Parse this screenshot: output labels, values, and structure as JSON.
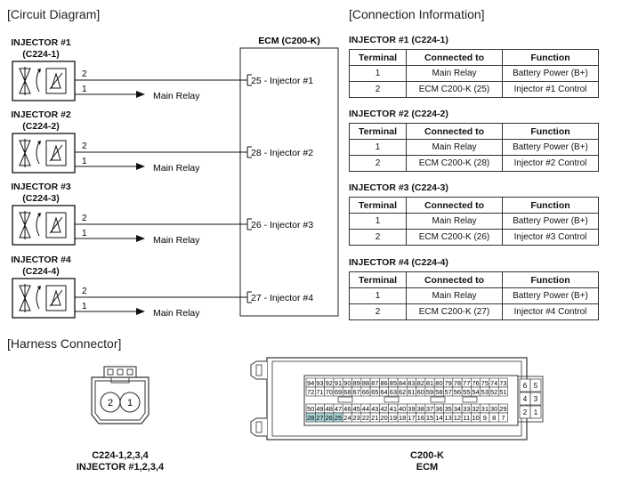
{
  "titles": {
    "circuit": "[Circuit Diagram]",
    "connection": "[Connection Information]",
    "harness": "[Harness Connector]"
  },
  "ecm": {
    "title": "ECM (C200-K)"
  },
  "injectors": [
    {
      "name": "INJECTOR #1",
      "code": "(C224-1)",
      "pin2": "2",
      "pin1": "1",
      "ecm_label": "25 - Injector #1",
      "relay": "Main Relay"
    },
    {
      "name": "INJECTOR #2",
      "code": "(C224-2)",
      "pin2": "2",
      "pin1": "1",
      "ecm_label": "28 - Injector #2",
      "relay": "Main Relay"
    },
    {
      "name": "INJECTOR #3",
      "code": "(C224-3)",
      "pin2": "2",
      "pin1": "1",
      "ecm_label": "26 - Injector #3",
      "relay": "Main Relay"
    },
    {
      "name": "INJECTOR #4",
      "code": "(C224-4)",
      "pin2": "2",
      "pin1": "1",
      "ecm_label": "27 - Injector #4",
      "relay": "Main Relay"
    }
  ],
  "tables": [
    {
      "heading": "INJECTOR #1 (C224-1)",
      "headers": [
        "Terminal",
        "Connected to",
        "Function"
      ],
      "rows": [
        [
          "1",
          "Main Relay",
          "Battery Power (B+)"
        ],
        [
          "2",
          "ECM C200-K (25)",
          "Injector #1 Control"
        ]
      ]
    },
    {
      "heading": "INJECTOR #2 (C224-2)",
      "headers": [
        "Terminal",
        "Connected to",
        "Function"
      ],
      "rows": [
        [
          "1",
          "Main Relay",
          "Battery Power (B+)"
        ],
        [
          "2",
          "ECM C200-K (28)",
          "Injector #2 Control"
        ]
      ]
    },
    {
      "heading": "INJECTOR #3 (C224-3)",
      "headers": [
        "Terminal",
        "Connected to",
        "Function"
      ],
      "rows": [
        [
          "1",
          "Main Relay",
          "Battery Power (B+)"
        ],
        [
          "2",
          "ECM C200-K (26)",
          "Injector #3 Control"
        ]
      ]
    },
    {
      "heading": "INJECTOR #4 (C224-4)",
      "headers": [
        "Terminal",
        "Connected to",
        "Function"
      ],
      "rows": [
        [
          "1",
          "Main Relay",
          "Battery Power (B+)"
        ],
        [
          "2",
          "ECM C200-K (27)",
          "Injector #4 Control"
        ]
      ]
    }
  ],
  "harness": {
    "small": {
      "pins": [
        "2",
        "1"
      ],
      "label1": "C224-1,2,3,4",
      "label2": "INJECTOR #1,2,3,4"
    },
    "ecm": {
      "label1": "C200-K",
      "label2": "ECM",
      "row1": [
        "94",
        "93",
        "92",
        "91",
        "90",
        "89",
        "88",
        "87",
        "86",
        "85",
        "84",
        "83",
        "82",
        "81",
        "80",
        "79",
        "78",
        "77",
        "76",
        "75",
        "74",
        "73"
      ],
      "row2": [
        "72",
        "71",
        "70",
        "69",
        "68",
        "67",
        "66",
        "65",
        "64",
        "63",
        "62",
        "61",
        "60",
        "59",
        "58",
        "57",
        "56",
        "55",
        "54",
        "53",
        "52",
        "51"
      ],
      "row3": [
        "50",
        "49",
        "48",
        "47",
        "46",
        "45",
        "44",
        "43",
        "42",
        "41",
        "40",
        "39",
        "38",
        "37",
        "36",
        "35",
        "34",
        "33",
        "32",
        "31",
        "30",
        "29"
      ],
      "row4": [
        "28",
        "27",
        "26",
        "25",
        "24",
        "23",
        "22",
        "21",
        "20",
        "19",
        "18",
        "17",
        "16",
        "15",
        "14",
        "13",
        "12",
        "11",
        "10",
        "9",
        "8",
        "7"
      ],
      "side": [
        "6",
        "5",
        "4",
        "3",
        "2",
        "1"
      ],
      "highlighted": [
        "28",
        "27",
        "26",
        "25"
      ],
      "highlight_color": "#a8d4d8"
    }
  }
}
